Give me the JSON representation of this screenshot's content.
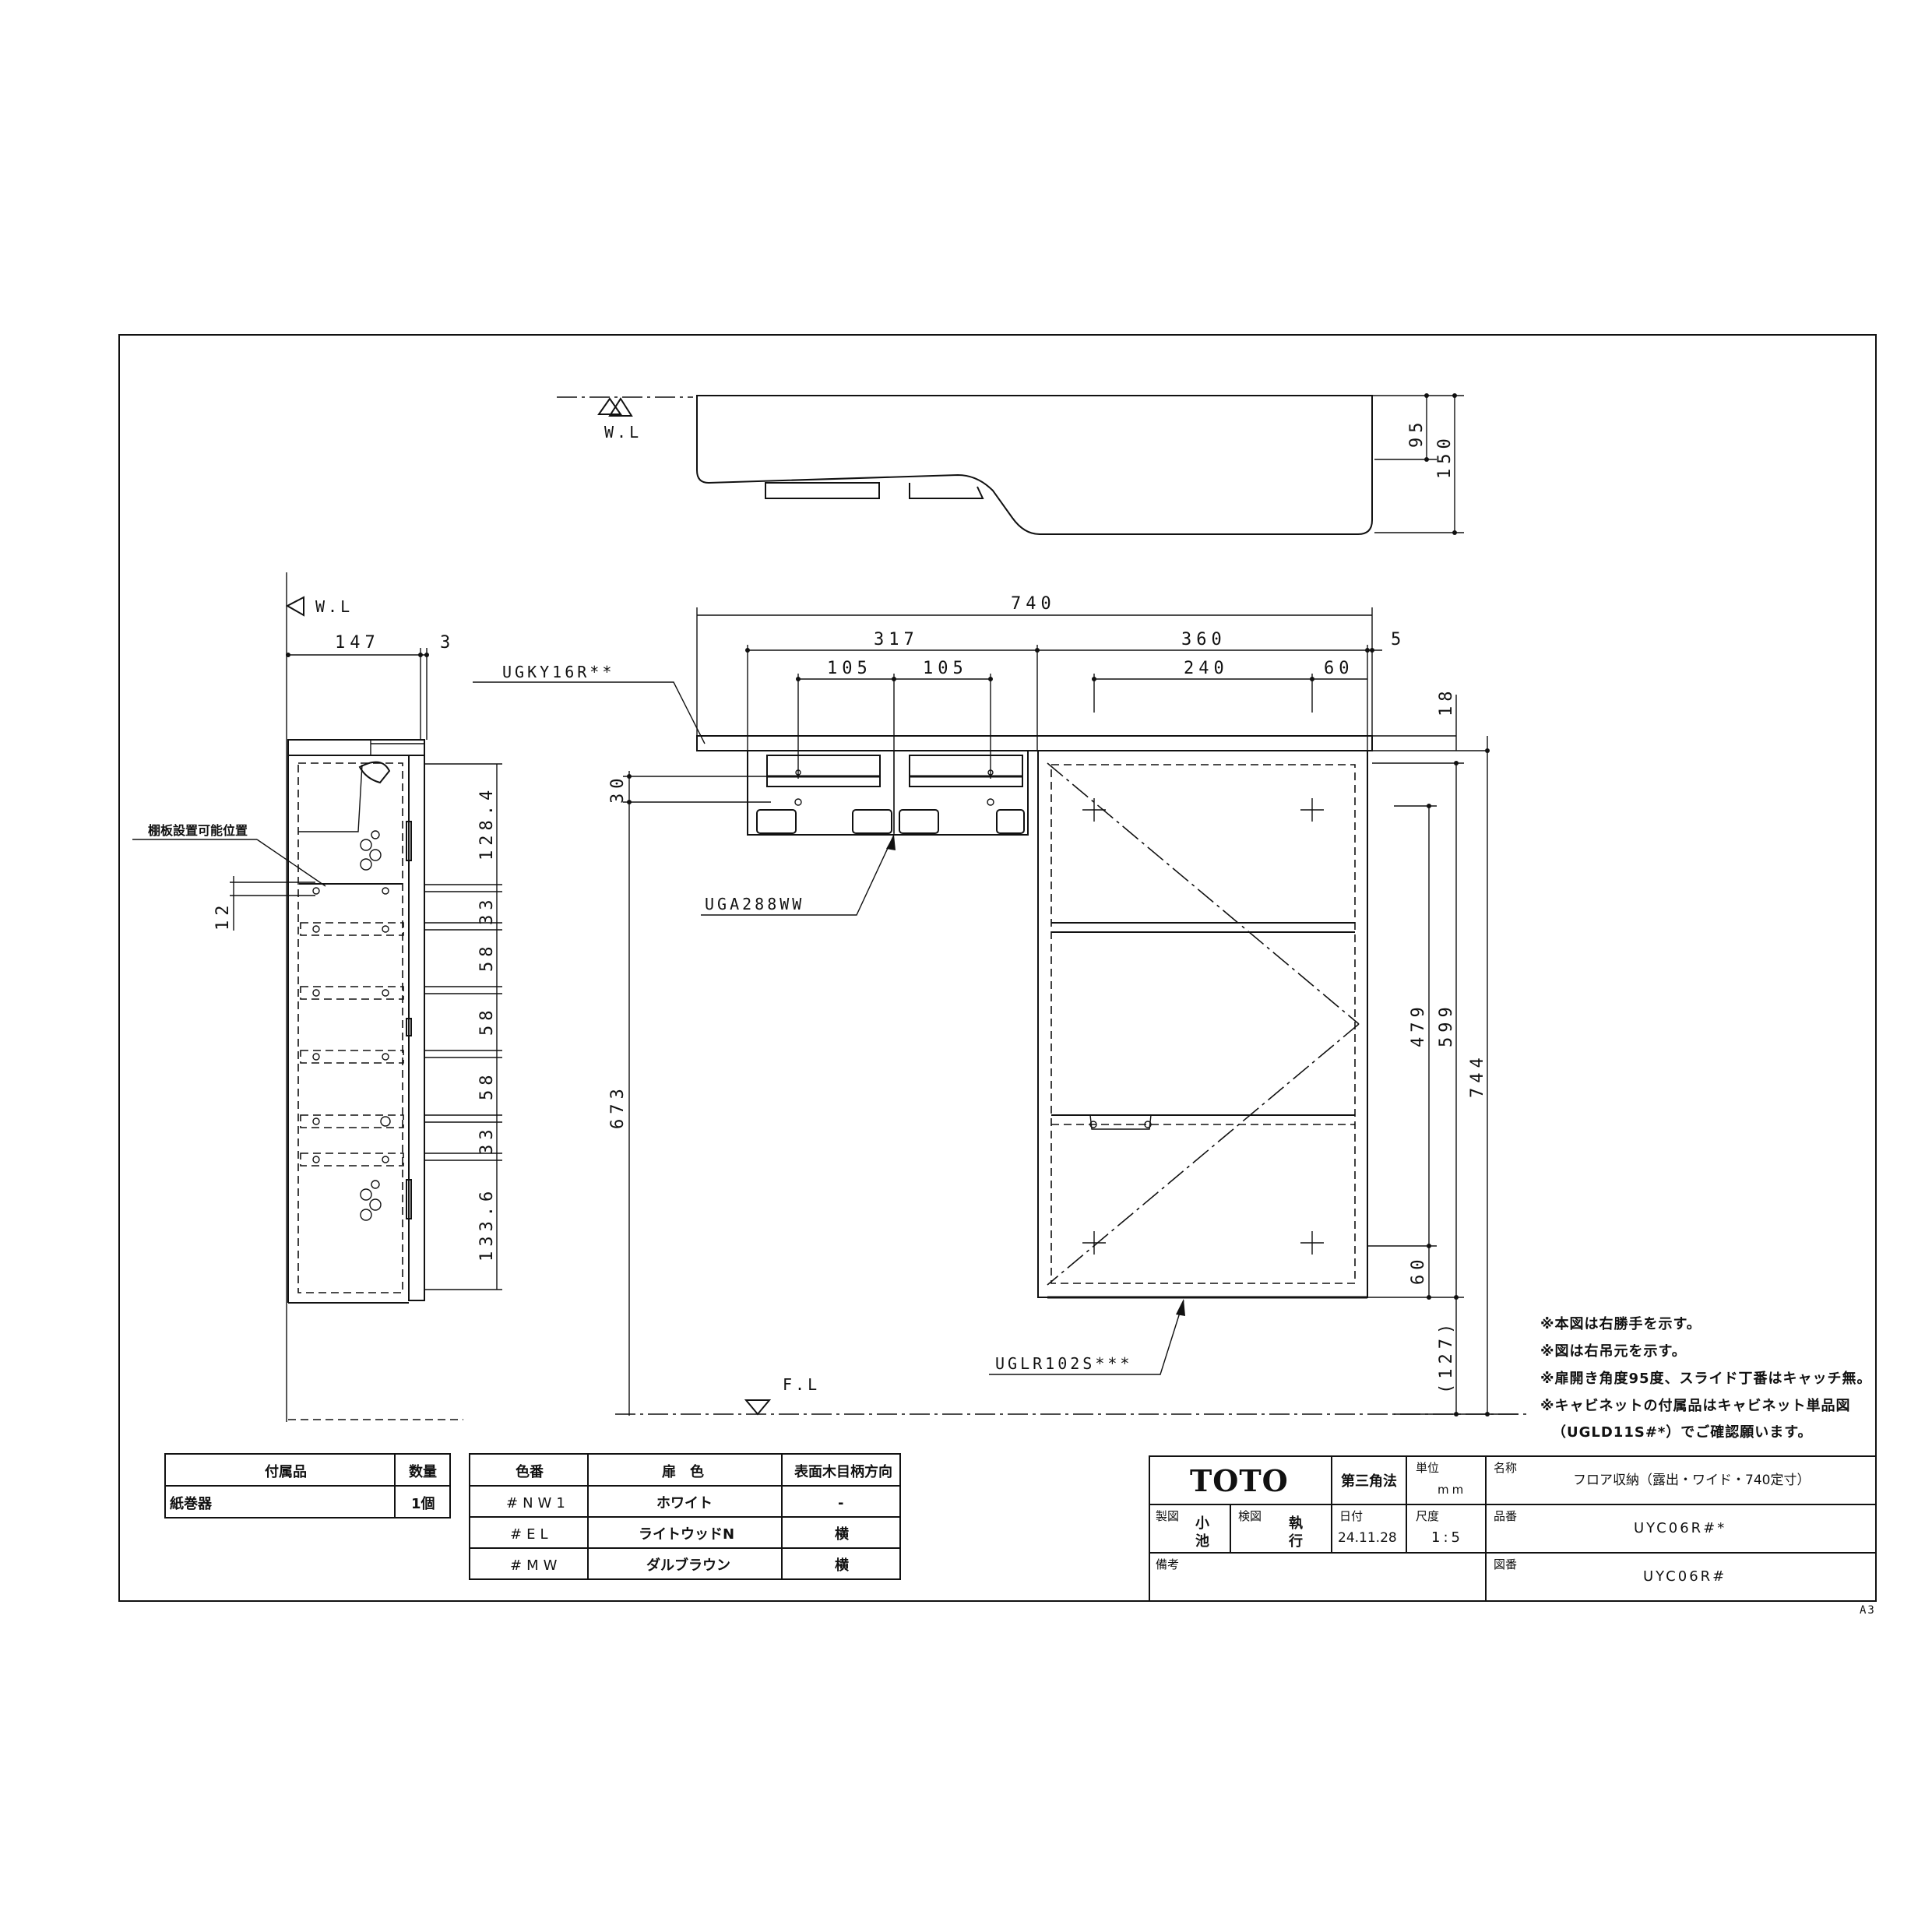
{
  "levels": {
    "wl_front": "W.L",
    "wl_side": "W.L",
    "fl": "F.L"
  },
  "dims": {
    "top_95": "95",
    "top_150": "150",
    "side_147": "147",
    "side_3": "3",
    "side_128": "128.4",
    "side_33a": "33",
    "side_58a": "58",
    "side_58b": "58",
    "side_58c": "58",
    "side_33b": "33",
    "side_133": "133.6",
    "side_12": "12",
    "f_740": "740",
    "f_317": "317",
    "f_360": "360",
    "f_5": "5",
    "f_105a": "105",
    "f_105b": "105",
    "f_240": "240",
    "f_60top": "60",
    "f_18": "18",
    "f_30": "30",
    "f_673": "673",
    "f_479": "479",
    "f_599": "599",
    "f_744": "744",
    "f_60bot": "60",
    "f_127": "(127)"
  },
  "parts": {
    "shelf": "UGKY16R**",
    "holder": "UGA288WW",
    "cabinet": "UGLR102S***",
    "shelf_positions": "棚板設置可能位置"
  },
  "notes": [
    "※本図は右勝手を示す。",
    "※図は右吊元を示す。",
    "※扉開き角度95度、スライド丁番はキャッチ無。",
    "※キャビネットの付属品はキャビネット単品図",
    "（UGLD11S#*）でご確認願います。"
  ],
  "accessory_table": {
    "headers": [
      "付属品",
      "数量"
    ],
    "rows": [
      [
        "紙巻器",
        "1個"
      ]
    ]
  },
  "color_table": {
    "headers": [
      "色番",
      "扉　色",
      "表面木目柄方向"
    ],
    "rows": [
      [
        "#NW1",
        "ホワイト",
        "-"
      ],
      [
        "#EL",
        "ライトウッドN",
        "横"
      ],
      [
        "#MW",
        "ダルブラウン",
        "横"
      ]
    ]
  },
  "title_block": {
    "logo": "TOTO",
    "projection": "第三角法",
    "unit_label": "単位",
    "unit_value": "mm",
    "name_label": "名称",
    "name_value": "フロア収納（露出・ワイド・740定寸）",
    "drawn_label": "製図",
    "drawn_name_1": "小",
    "drawn_name_2": "池",
    "checked_label": "検図",
    "checked_name_1": "執",
    "checked_name_2": "行",
    "date_label": "日付",
    "date_value": "24.11.28",
    "scale_label": "尺度",
    "scale_value": "1:5",
    "product_label": "品番",
    "product_value": "UYC06R#*",
    "remarks_label": "備考",
    "drawing_no_label": "図番",
    "drawing_no_value": "UYC06R#"
  },
  "sheet_size": "A3"
}
